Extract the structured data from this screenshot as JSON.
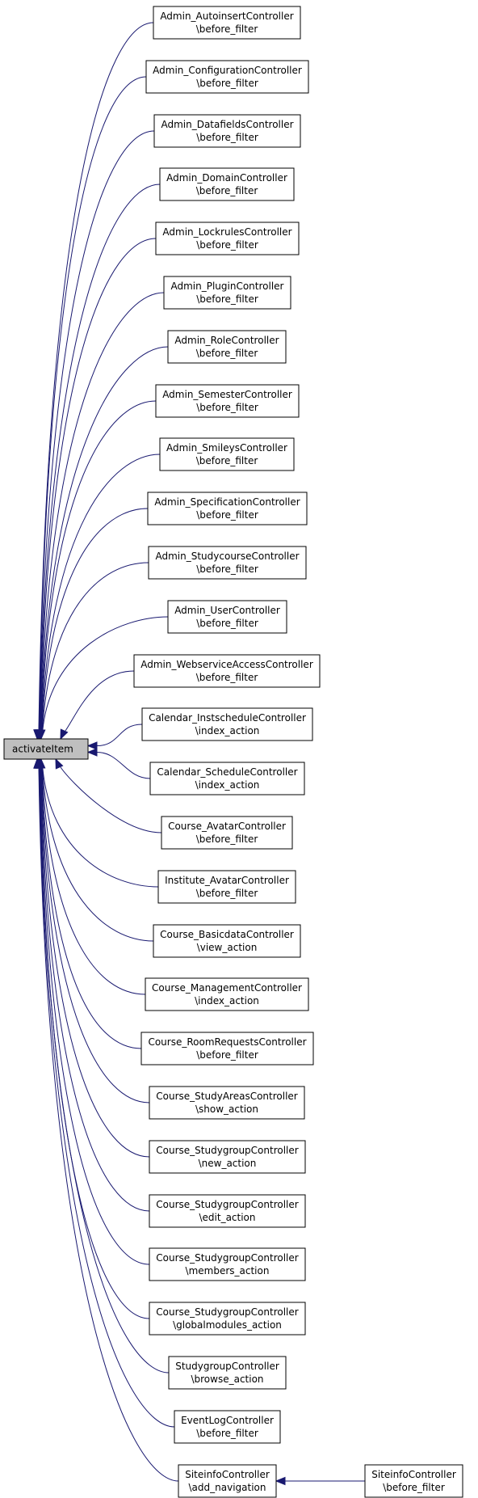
{
  "root": {
    "label": "activateItem"
  },
  "callers": [
    {
      "line1": "Admin_AutoinsertController",
      "line2": "\\before_filter"
    },
    {
      "line1": "Admin_ConfigurationController",
      "line2": "\\before_filter"
    },
    {
      "line1": "Admin_DatafieldsController",
      "line2": "\\before_filter"
    },
    {
      "line1": "Admin_DomainController",
      "line2": "\\before_filter"
    },
    {
      "line1": "Admin_LockrulesController",
      "line2": "\\before_filter"
    },
    {
      "line1": "Admin_PluginController",
      "line2": "\\before_filter"
    },
    {
      "line1": "Admin_RoleController",
      "line2": "\\before_filter"
    },
    {
      "line1": "Admin_SemesterController",
      "line2": "\\before_filter"
    },
    {
      "line1": "Admin_SmileysController",
      "line2": "\\before_filter"
    },
    {
      "line1": "Admin_SpecificationController",
      "line2": "\\before_filter"
    },
    {
      "line1": "Admin_StudycourseController",
      "line2": "\\before_filter"
    },
    {
      "line1": "Admin_UserController",
      "line2": "\\before_filter"
    },
    {
      "line1": "Admin_WebserviceAccessController",
      "line2": "\\before_filter"
    },
    {
      "line1": "Calendar_InstscheduleController",
      "line2": "\\index_action"
    },
    {
      "line1": "Calendar_ScheduleController",
      "line2": "\\index_action"
    },
    {
      "line1": "Course_AvatarController",
      "line2": "\\before_filter"
    },
    {
      "line1": "Institute_AvatarController",
      "line2": "\\before_filter"
    },
    {
      "line1": "Course_BasicdataController",
      "line2": "\\view_action"
    },
    {
      "line1": "Course_ManagementController",
      "line2": "\\index_action"
    },
    {
      "line1": "Course_RoomRequestsController",
      "line2": "\\before_filter"
    },
    {
      "line1": "Course_StudyAreasController",
      "line2": "\\show_action"
    },
    {
      "line1": "Course_StudygroupController",
      "line2": "\\new_action"
    },
    {
      "line1": "Course_StudygroupController",
      "line2": "\\edit_action"
    },
    {
      "line1": "Course_StudygroupController",
      "line2": "\\members_action"
    },
    {
      "line1": "Course_StudygroupController",
      "line2": "\\globalmodules_action"
    },
    {
      "line1": "StudygroupController",
      "line2": "\\browse_action"
    },
    {
      "line1": "EventLogController",
      "line2": "\\before_filter"
    },
    {
      "line1": "SiteinfoController",
      "line2": "\\add_navigation"
    }
  ],
  "secondary": {
    "line1": "SiteinfoController",
    "line2": "\\before_filter",
    "calls": 27
  },
  "colors": {
    "edge": "#191970",
    "root_fill": "#bfbfbf",
    "node_fill": "#ffffff",
    "node_stroke": "#000000"
  }
}
